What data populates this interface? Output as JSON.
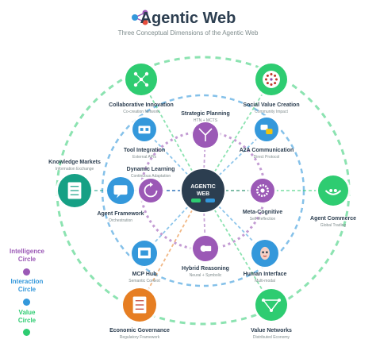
{
  "header": {
    "title": "Agentic Web",
    "subtitle": "Three Conceptual Dimensions of the Agentic Web",
    "logo_icon": "share-nodes-icon"
  },
  "center": {
    "title_line1": "AGENTIC",
    "title_line2": "WEB",
    "accent_colors": [
      "#2ecc71",
      "#3498db"
    ]
  },
  "colors": {
    "intelligence": "#9b59b6",
    "interaction": "#3498db",
    "value": "#2ecc71",
    "governance": "#e67e22",
    "dark": "#2c3e50"
  },
  "legend": [
    {
      "line1": "Intelligence",
      "line2": "Circle",
      "color": "#9b59b6"
    },
    {
      "line1": "Interaction",
      "line2": "Circle",
      "color": "#3498db"
    },
    {
      "line1": "Value",
      "line2": "Circle",
      "color": "#2ecc71"
    }
  ],
  "nodes": [
    {
      "id": "collaborative-innovation",
      "label": "Collaborative Innovation",
      "sub": "Co-creation Network",
      "color": "#2ecc71",
      "icon": "network-icon"
    },
    {
      "id": "social-value-creation",
      "label": "Social Value Creation",
      "sub": "Community Impact",
      "color": "#2ecc71",
      "icon": "community-icon"
    },
    {
      "id": "strategic-planning",
      "label": "Strategic Planning",
      "sub": "HTN + MCTS",
      "color": "#9b59b6",
      "icon": "tree-branch-icon"
    },
    {
      "id": "tool-integration",
      "label": "Tool Integration",
      "sub": "External APIs",
      "color": "#3498db",
      "icon": "toolbox-icon"
    },
    {
      "id": "a2a-communication",
      "label": "A2A Communication",
      "sub": "Direct Protocol",
      "color": "#3498db",
      "icon": "chat-bubbles-icon"
    },
    {
      "id": "knowledge-markets",
      "label": "Knowledge Markets",
      "sub": "Information Exchange",
      "color": "#16a085",
      "icon": "document-list-icon"
    },
    {
      "id": "dynamic-learning",
      "label": "Dynamic Learning",
      "sub": "Continuous Adaptation",
      "color": "#9b59b6",
      "icon": "refresh-icon"
    },
    {
      "id": "agent-framework",
      "label": "Agent Framework",
      "sub": "Orchestration",
      "color": "#3498db",
      "icon": "chat-window-icon"
    },
    {
      "id": "meta-cognitive",
      "label": "Meta-Cognitive",
      "sub": "Self-Reflection",
      "color": "#9b59b6",
      "icon": "gear-cog-icon"
    },
    {
      "id": "agent-commerce",
      "label": "Agent Commerce",
      "sub": "Global Trading",
      "color": "#2ecc71",
      "icon": "handshake-icon"
    },
    {
      "id": "mcp-hub",
      "label": "MCP Hub",
      "sub": "Semantic Context",
      "color": "#3498db",
      "icon": "mcp-chip-icon"
    },
    {
      "id": "hybrid-reasoning",
      "label": "Hybrid Reasoning",
      "sub": "Neural + Symbolic",
      "color": "#9b59b6",
      "icon": "brain-chip-icon"
    },
    {
      "id": "human-interface",
      "label": "Human Interface",
      "sub": "Multi-modal",
      "color": "#3498db",
      "icon": "human-face-icon"
    },
    {
      "id": "economic-governance",
      "label": "Economic Governance",
      "sub": "Regulatory Framework",
      "color": "#e67e22",
      "icon": "regulation-doc-icon"
    },
    {
      "id": "value-networks",
      "label": "Value Networks",
      "sub": "Distributed Economy",
      "color": "#2ecc71",
      "icon": "value-graph-icon"
    }
  ]
}
